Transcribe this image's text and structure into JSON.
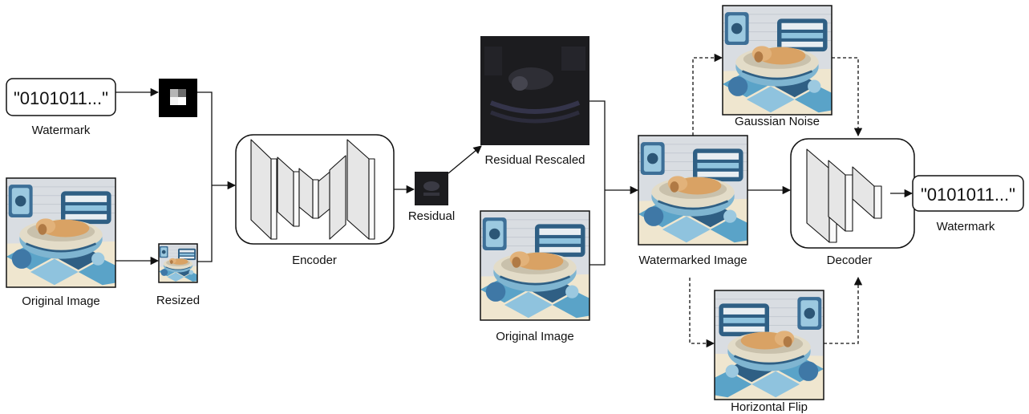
{
  "labels": {
    "watermark_in": "Watermark",
    "original_image": "Original Image",
    "resized": "Resized",
    "encoder": "Encoder",
    "residual": "Residual",
    "residual_rescaled": "Residual Rescaled",
    "original_image_2": "Original Image",
    "watermarked_image": "Watermarked Image",
    "gaussian_noise": "Gaussian Noise",
    "horizontal_flip": "Horizontal Flip",
    "decoder": "Decoder",
    "watermark_out": "Watermark"
  },
  "bits": {
    "input": "\"0101011...\"",
    "output": "\"0101011...\""
  },
  "colors": {
    "stroke": "#111111",
    "layer_fill": "#e6e6e6",
    "residual_bg": "#1c1c1f",
    "wall": "#d9dde2",
    "blue_dark": "#2f5f84",
    "blue_light": "#8fc3de",
    "cream": "#efe6cf",
    "puppy": "#d9a264"
  }
}
